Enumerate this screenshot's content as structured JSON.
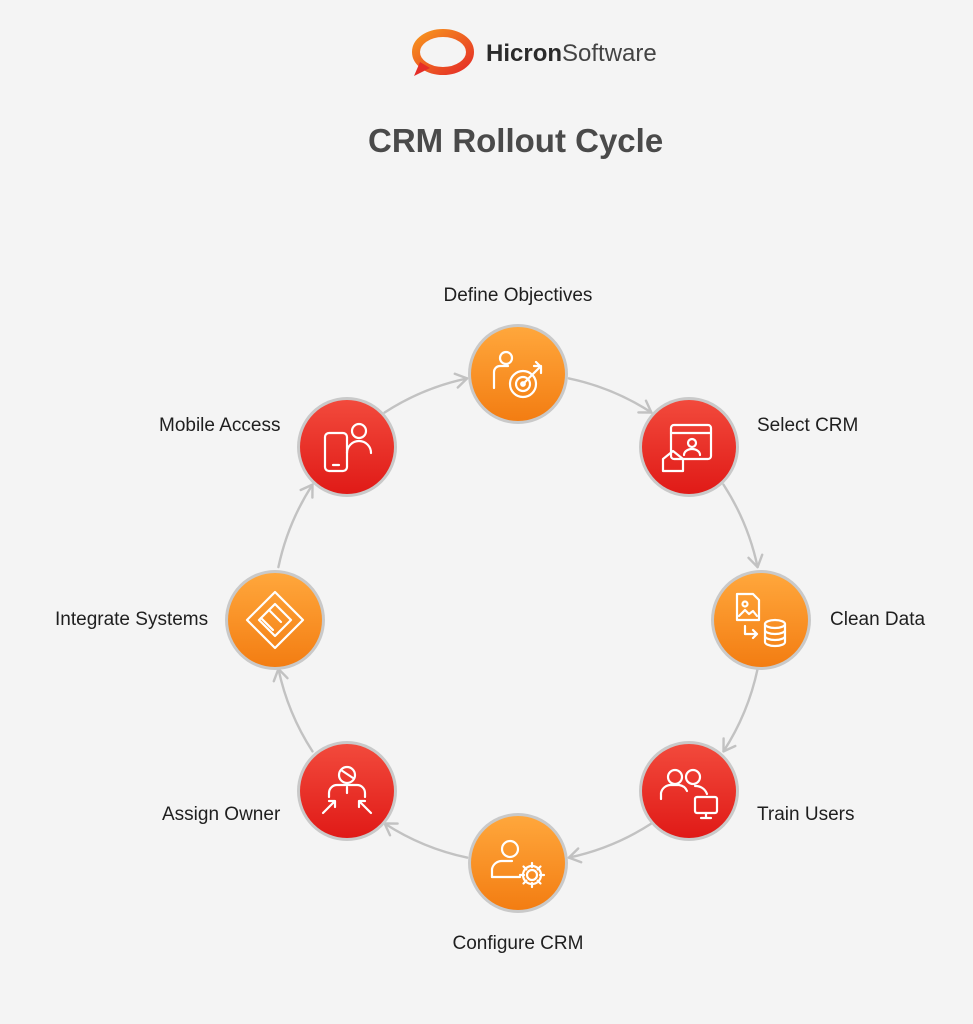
{
  "brand": {
    "name_bold": "Hicron",
    "name_light": "Software",
    "colors": {
      "orange": "#f7941d",
      "red": "#e52d27",
      "text": "#2b2b2b"
    }
  },
  "title": "CRM Rollout Cycle",
  "steps": [
    {
      "label": "Define Objectives",
      "icon": "target-person-icon",
      "fill": "orange"
    },
    {
      "label": "Select CRM",
      "icon": "browser-house-icon",
      "fill": "red"
    },
    {
      "label": "Clean Data",
      "icon": "data-transfer-icon",
      "fill": "orange"
    },
    {
      "label": "Train Users",
      "icon": "users-monitor-icon",
      "fill": "red"
    },
    {
      "label": "Configure CRM",
      "icon": "user-gear-icon",
      "fill": "orange"
    },
    {
      "label": "Assign Owner",
      "icon": "owner-arrows-icon",
      "fill": "red"
    },
    {
      "label": "Integrate Systems",
      "icon": "integration-diamond-icon",
      "fill": "orange"
    },
    {
      "label": "Mobile Access",
      "icon": "mobile-user-icon",
      "fill": "red"
    }
  ],
  "colors": {
    "orange_top": "#ffa73c",
    "orange_bottom": "#f37d12",
    "red_top": "#f24a3c",
    "red_bottom": "#e01a17",
    "ring": "#c9c9c9",
    "arrow": "#c2c2c2"
  }
}
